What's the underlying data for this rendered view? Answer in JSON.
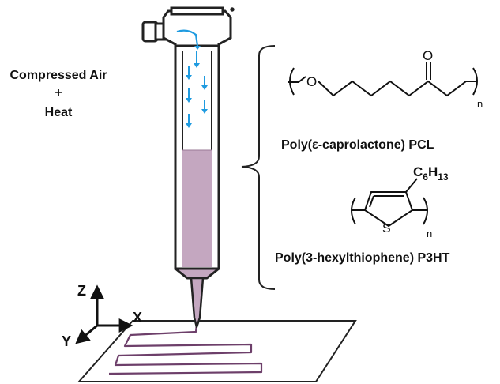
{
  "process_label": {
    "line1": "Compressed Air",
    "line2": "+",
    "line3": "Heat"
  },
  "axes": {
    "z": "Z",
    "x": "X",
    "y": "Y"
  },
  "polymers": {
    "pcl": {
      "name": "Poly(ε-caprolactone) PCL",
      "oxygen": "O",
      "carbonyl_oxygen": "O",
      "repeat_subscript": "n"
    },
    "p3ht": {
      "name": "Poly(3-hexylthiophene) P3HT",
      "sulfur": "S",
      "side_chain_c": "C",
      "side_chain_c_sub": "6",
      "side_chain_h": "H",
      "side_chain_h_sub": "13",
      "repeat_subscript": "n"
    }
  },
  "colors": {
    "ink_fill": "#c4a7c0",
    "ink_line": "#6d3f6a",
    "air_arrows": "#1f9be0",
    "outline": "#222222"
  }
}
